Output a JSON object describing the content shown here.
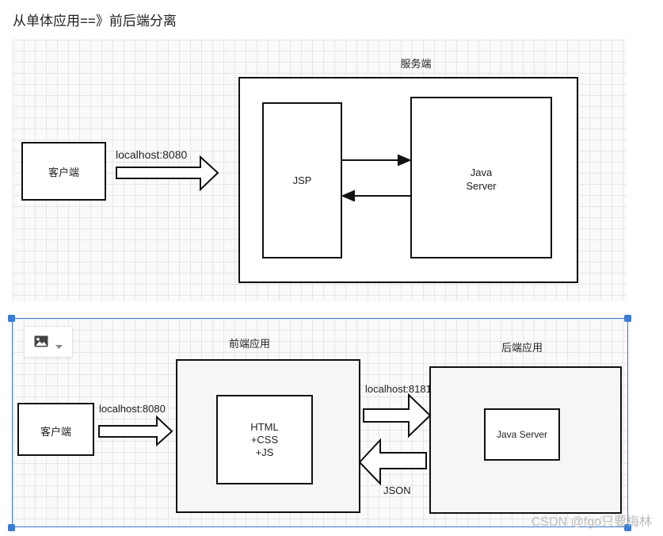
{
  "heading": "从单体应用==》前后端分离",
  "top_diagram": {
    "server_title": "服务端",
    "client_label": "客户端",
    "request_label": "localhost:8080",
    "jsp_label": "JSP",
    "java_server_label": "Java\nServer"
  },
  "bottom_diagram": {
    "frontend_title": "前端应用",
    "backend_title": "后端应用",
    "client_label": "客户端",
    "request_label": "localhost:8080",
    "frontend_inner_label": "HTML\n+CSS\n+JS",
    "api_label": "localhost:8181",
    "json_label": "JSON",
    "java_server_label": "Java Server"
  },
  "toolbar": {
    "image_icon": "image-icon",
    "dropdown_icon": "chevron-down-icon"
  },
  "watermark": "CSDN @fgo只要梅林",
  "colors": {
    "selection": "#3a7bd5",
    "stroke": "#111111",
    "grid": "#e6e6e6"
  }
}
